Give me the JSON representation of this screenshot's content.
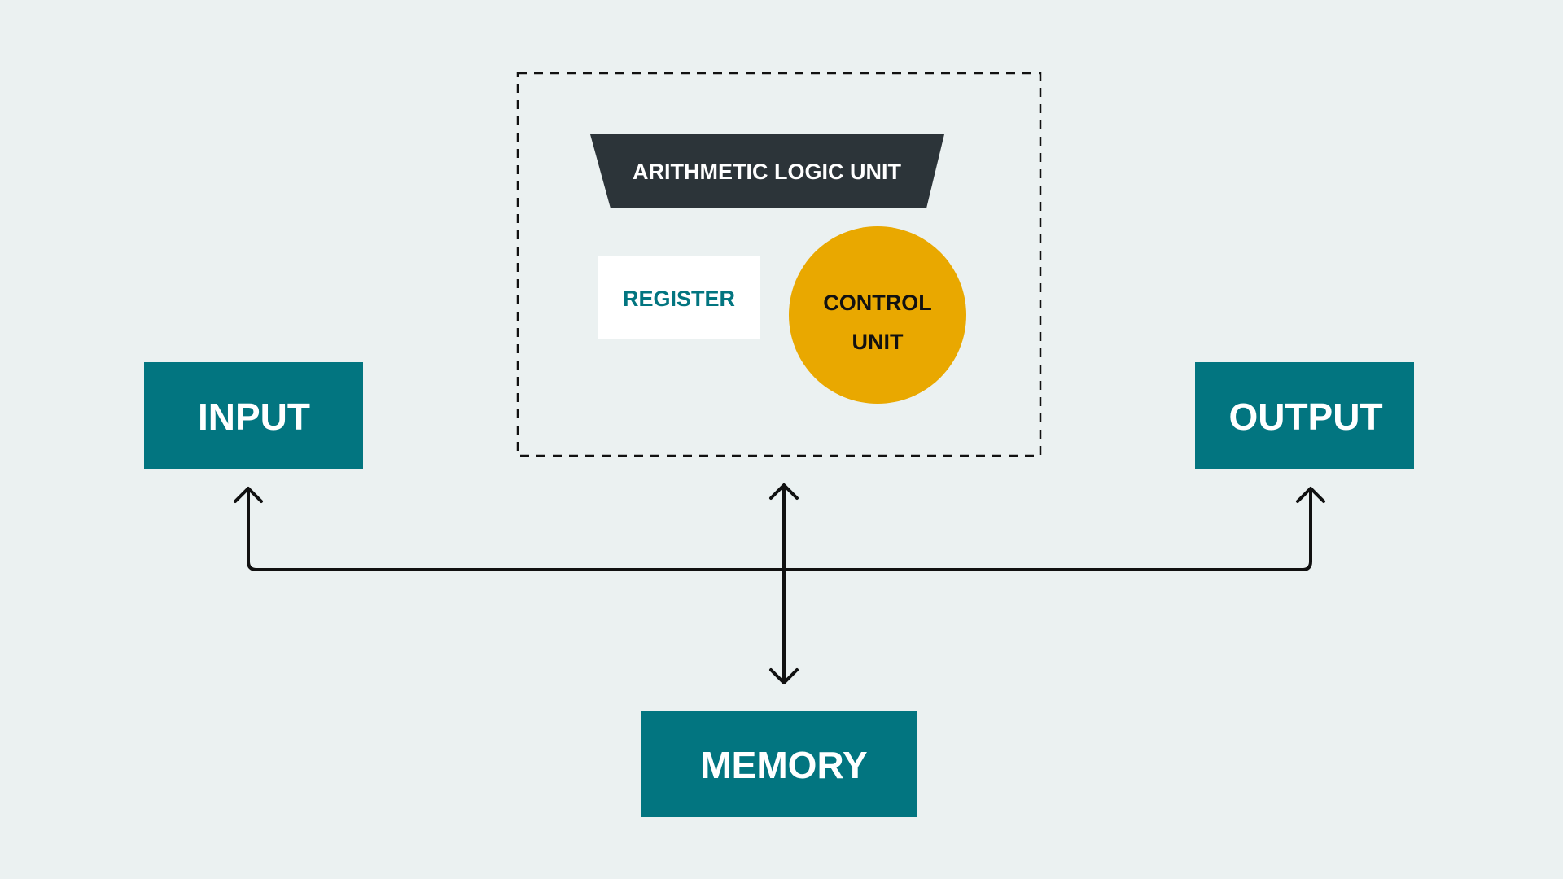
{
  "colors": {
    "background": "#ebf1f1",
    "teal": "#027580",
    "dark": "#2c3439",
    "gold": "#e9a800",
    "white": "#ffffff",
    "line": "#111111"
  },
  "cpu": {
    "alu_label": "ARITHMETIC LOGIC UNIT",
    "register_label": "REGISTER",
    "control_unit_label_line1": "CONTROL",
    "control_unit_label_line2": "UNIT"
  },
  "input": {
    "label": "INPUT"
  },
  "output": {
    "label": "OUTPUT"
  },
  "memory": {
    "label": "MEMORY"
  }
}
